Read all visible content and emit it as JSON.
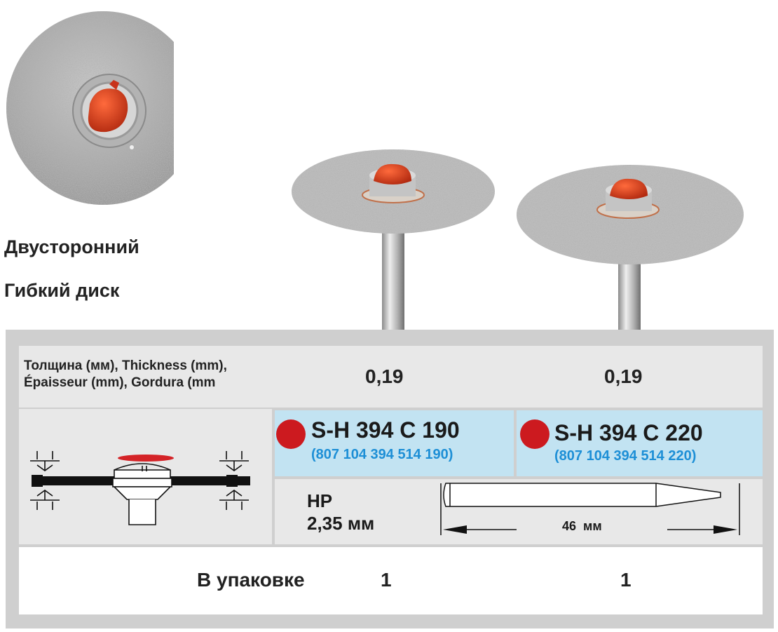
{
  "heading": {
    "line1": "Двусторонний",
    "line2": "Гибкий диск"
  },
  "thickness": {
    "label_line1": "Толщина (мм), Thickness (mm),",
    "label_line2": "Épaisseur (mm), Gordura (mm",
    "value_left": "0,19",
    "value_right": "0,19"
  },
  "products": [
    {
      "code": "S-H 394 C 190",
      "article": "(807 104 394 514 190)",
      "color": "#cc1a1f"
    },
    {
      "code": "S-H 394 C 220",
      "article": "(807 104 394 514 220)",
      "color": "#cc1a1f"
    }
  ],
  "shank": {
    "type": "HP",
    "diameter": "2,35 мм",
    "length": "46  мм"
  },
  "package": {
    "label": "В упаковке",
    "qty_left": "1",
    "qty_right": "1"
  },
  "icons": {
    "disc_large": "diamond-disc-photo",
    "disc_mounted": "mounted-disc-photo",
    "cross_section": "disc-cross-section-diagram",
    "shank": "hp-shank-diagram"
  },
  "colors": {
    "frame": "#cfcfcf",
    "cell": "#e8e8e8",
    "code_bg": "#c2e3f2",
    "accent_red": "#cc1a1f",
    "article_blue": "#1d8fd6"
  }
}
